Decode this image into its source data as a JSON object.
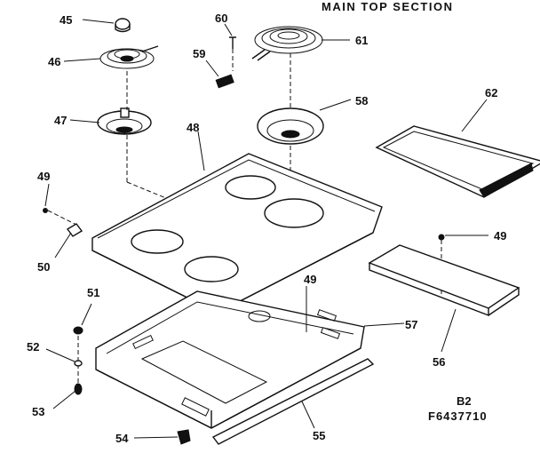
{
  "title": "MAIN TOP SECTION",
  "footer": {
    "line1": "B2",
    "line2": "F6437710"
  },
  "callouts": {
    "45": "45",
    "46": "46",
    "47": "47",
    "48": "48",
    "49a": "49",
    "49b": "49",
    "49c": "49",
    "50": "50",
    "51": "51",
    "52": "52",
    "53": "53",
    "54": "54",
    "55": "55",
    "56": "56",
    "57": "57",
    "58": "58",
    "59": "59",
    "60": "60",
    "61": "61",
    "62": "62"
  }
}
